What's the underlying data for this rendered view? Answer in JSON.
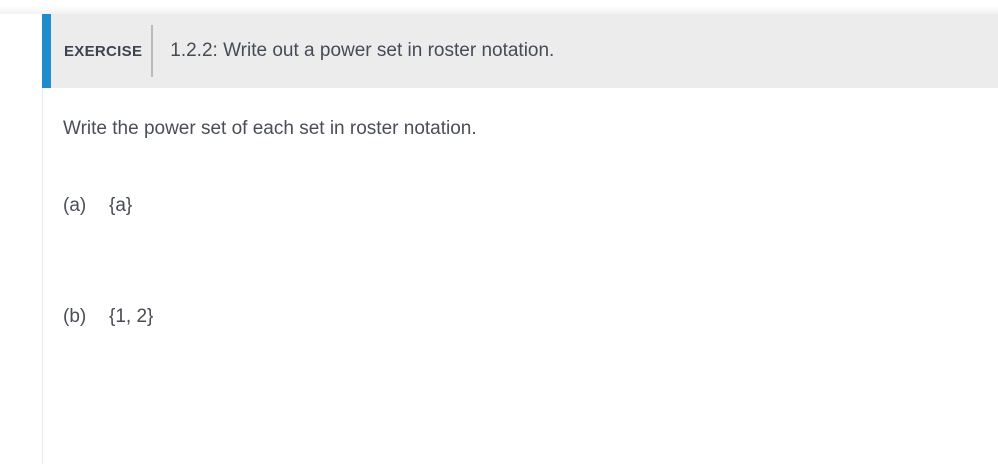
{
  "exercise": {
    "label": "EXERCISE",
    "title": "1.2.2: Write out a power set in roster notation.",
    "prompt": "Write the power set of each set in roster notation.",
    "parts": [
      {
        "label": "(a)",
        "set": "{a}"
      },
      {
        "label": "(b)",
        "set": "{1, 2}"
      }
    ]
  },
  "colors": {
    "accent_blue": "#1f8ccc",
    "header_background": "#ececec",
    "body_background": "#ffffff",
    "text": "#4a4e57"
  }
}
